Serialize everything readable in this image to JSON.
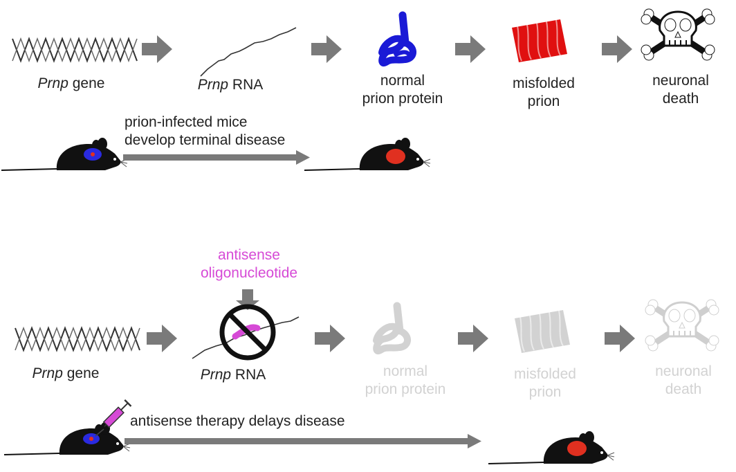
{
  "top_row": {
    "gene_label_italic": "Prnp",
    "gene_label_rest": " gene",
    "rna_label_italic": "Prnp",
    "rna_label_rest": " RNA",
    "normal_protein_line1": "normal",
    "normal_protein_line2": "prion protein",
    "misfolded_line1": "misfolded",
    "misfolded_line2": "prion",
    "death_line1": "neuronal",
    "death_line2": "death",
    "mouse_caption_line1": "prion-infected mice",
    "mouse_caption_line2": "develop terminal disease"
  },
  "bottom_row": {
    "aso_line1": "antisense",
    "aso_line2": "oligonucleotide",
    "gene_label_italic": "Prnp",
    "gene_label_rest": " gene",
    "rna_label_italic": "Prnp",
    "rna_label_rest": " RNA",
    "normal_protein_line1": "normal",
    "normal_protein_line2": "prion protein",
    "misfolded_line1": "misfolded",
    "misfolded_line2": "prion",
    "death_line1": "neuronal",
    "death_line2": "death",
    "mouse_caption": "antisense therapy delays disease"
  },
  "colors": {
    "arrow": "#7a7a7a",
    "protein": "#1a1ad6",
    "misfolded": "#e01010",
    "aso": "#d64ad6",
    "faded": "#d2d2d2",
    "mouse": "#111111",
    "brain_healthy": "#2a2ae0",
    "brain_diseased": "#e03020"
  },
  "icons": [
    "dna-helix-icon",
    "rna-strand-icon",
    "protein-icon",
    "misfolded-prion-icon",
    "skull-crossbones-icon",
    "mouse-icon",
    "syringe-icon",
    "prohibition-icon"
  ]
}
